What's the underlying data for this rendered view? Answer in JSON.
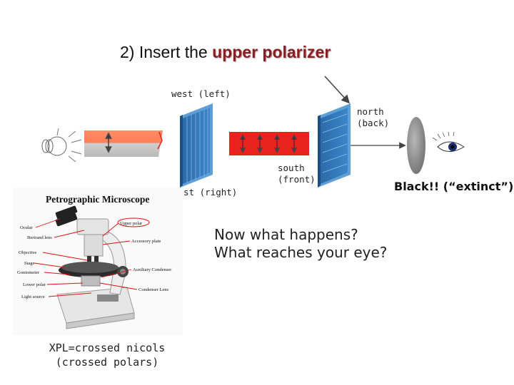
{
  "title": {
    "prefix": "2) Insert the ",
    "highlight": "upper polarizer"
  },
  "labels": {
    "west": "west (left)",
    "north_line1": "north",
    "north_line2": "(back)",
    "south_line1": "south",
    "south_line2": "(front)",
    "east": "east (right)"
  },
  "result": "Black!! (“extinct”)",
  "question": {
    "line1": "Now what happens?",
    "line2": "What reaches your eye?"
  },
  "caption": {
    "line1": "XPL=crossed nicols",
    "line2": "(crossed polars)"
  },
  "microscope": {
    "title": "Petrographic Microscope",
    "parts": {
      "ocular": "Ocular",
      "bertrand": "Bertrand lens",
      "objective": "Objective",
      "stage": "Stage",
      "goniometer": "Goniometer",
      "lower_polar": "Lower polar",
      "light_source": "Light source",
      "upper_polar": "Upper polar",
      "accessory_plate": "Accessory plate",
      "aux_condenser": "Auxiliary Condenser",
      "condenser_lens": "Condenser Lens"
    }
  },
  "colors": {
    "highlight": "#8a1f23",
    "filter_blue": "#2f74b5",
    "beam_red": "#e8231e",
    "beam_orange": "#ff7e57",
    "lens_gray": "#909090"
  },
  "icons": [
    "lamp-icon",
    "eye-icon",
    "microscope-image"
  ]
}
